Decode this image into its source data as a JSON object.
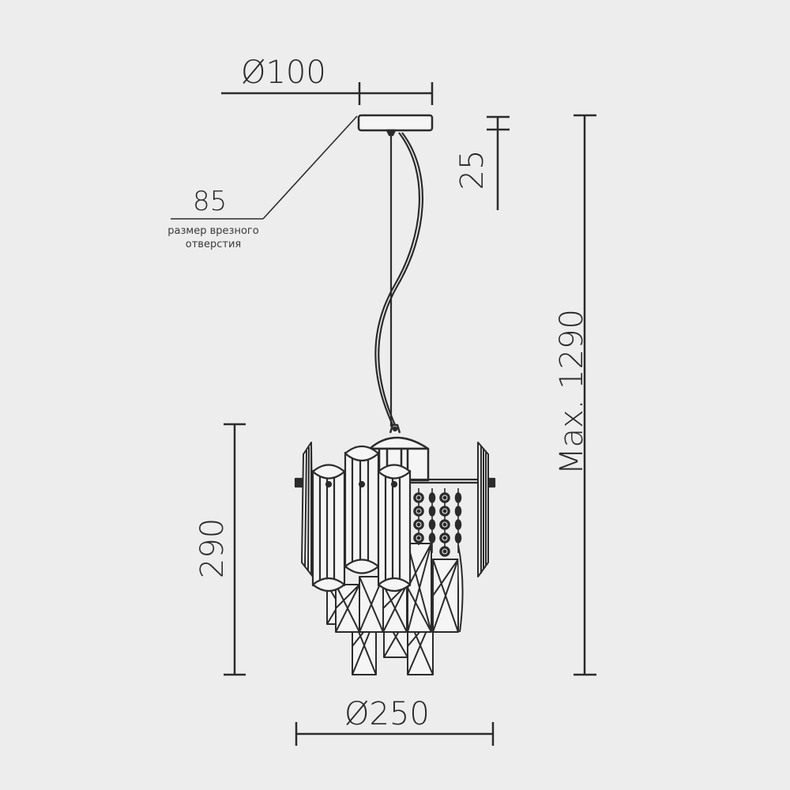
{
  "drawing": {
    "subject": "pendant chandelier technical dimension drawing",
    "line_color": "#2b2b2b",
    "background_color": "#ededed"
  },
  "dimensions": {
    "canopy_diameter": {
      "label": "Ø100",
      "value": 100,
      "unit": "mm"
    },
    "canopy_height": {
      "label": "25",
      "value": 25,
      "unit": "mm"
    },
    "mounting_hole": {
      "label": "85",
      "value": 85,
      "unit": "mm",
      "caption": "размер врезного отверстия"
    },
    "fixture_height": {
      "label": "290",
      "value": 290,
      "unit": "mm"
    },
    "max_total_height": {
      "label": "Max. 1290",
      "value": 1290,
      "unit": "mm"
    },
    "fixture_diameter": {
      "label": "Ø250",
      "value": 250,
      "unit": "mm"
    }
  }
}
